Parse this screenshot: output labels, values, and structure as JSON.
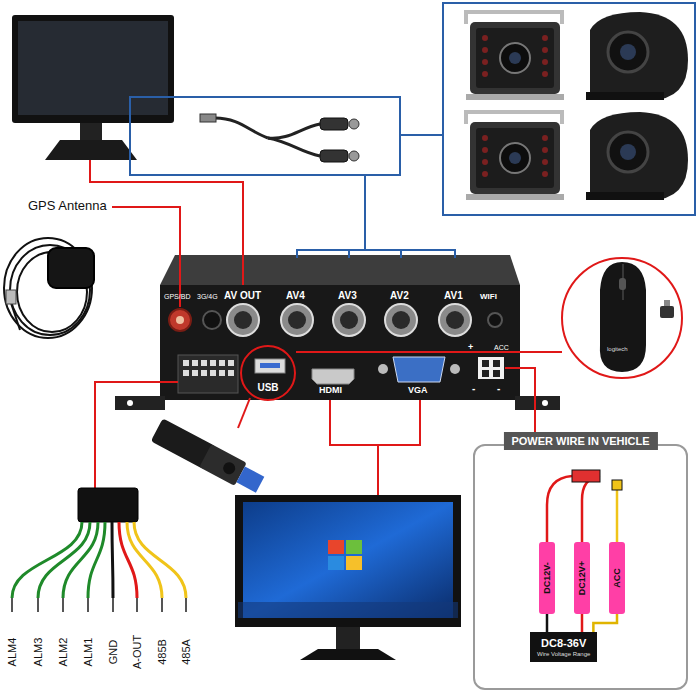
{
  "diagram": {
    "nodes": [
      {
        "text": [
          "USB"
        ]
      },
      {
        "text": [
          "POWER WIRE IN VEHICLE"
        ]
      },
      {
        "text": [
          "DC12V-"
        ],
        "in": 1
      },
      {
        "text": [
          "DC12V+"
        ],
        "in": 1
      },
      {
        "text": [
          "ACC"
        ],
        "in": 1
      },
      {
        "text": [
          "DC8-36V",
          "Wire Voltage Range"
        ],
        "in": 1
      }
    ],
    "edges": [
      {
        "from": 2,
        "to": 5,
        "arrow": "none"
      },
      {
        "from": 3,
        "to": 5,
        "arrow": "none"
      },
      {
        "from": 4,
        "to": 5,
        "arrow": "none"
      }
    ],
    "labels": [
      "GPS Antenna",
      "GPS/BD",
      "3G/4G",
      "AV OUT",
      "AV4",
      "AV3",
      "AV2",
      "AV1",
      "WIFI",
      "ACC",
      "+",
      "HDMI",
      "VGA",
      "-",
      "-",
      "ALM4",
      "ALM3",
      "ALM2",
      "ALM1",
      "GND",
      "A-OUT",
      "485B",
      "485A",
      "logitech"
    ]
  }
}
